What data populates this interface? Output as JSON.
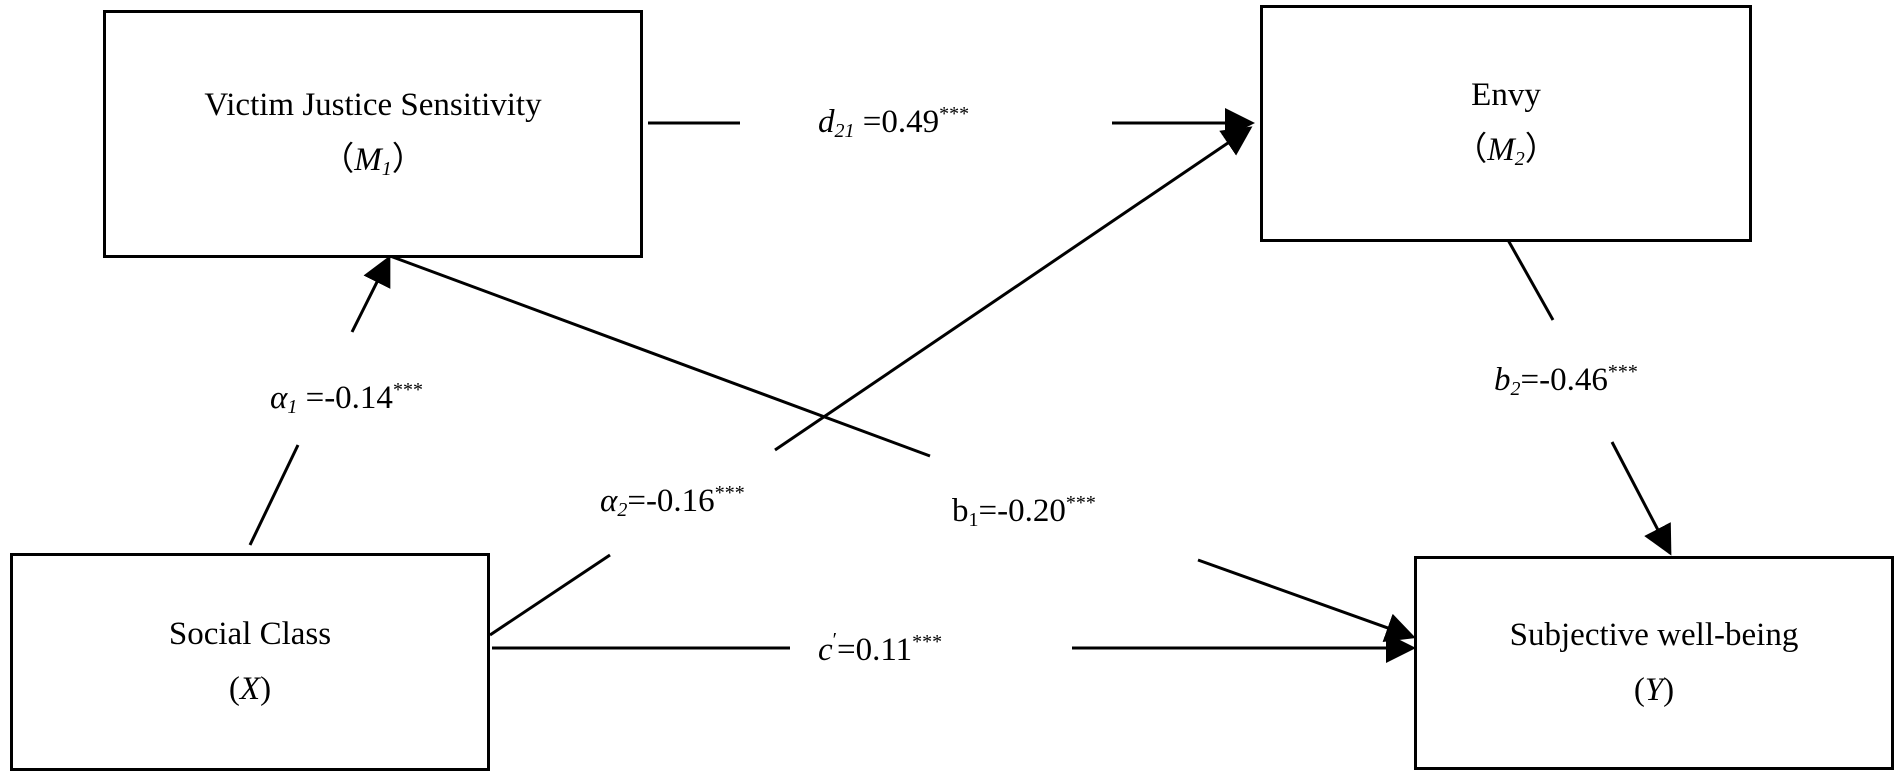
{
  "nodes": {
    "m1": {
      "name": "Victim Justice Sensitivity",
      "open": "（",
      "sym": "M",
      "sub": "1",
      "close": "）"
    },
    "m2": {
      "name": "Envy",
      "open": "（",
      "sym": "M",
      "sub": "2",
      "close": "）"
    },
    "x": {
      "name": "Social Class",
      "open": "(",
      "sym": "X",
      "close": ")"
    },
    "y": {
      "name": "Subjective well-being",
      "open": "(",
      "sym": "Y",
      "close": ")"
    }
  },
  "paths": {
    "d21": {
      "sym": "d",
      "sub": "21",
      "value": " =0.49",
      "stars": "***"
    },
    "a1": {
      "sym": "α",
      "sub": "1",
      "value": " =-0.14",
      "stars": "***"
    },
    "a2": {
      "sym": "α",
      "sub": "2",
      "value": "=-0.16",
      "stars": "***"
    },
    "b1": {
      "sym": "b",
      "sub": "1",
      "value": "=-0.20",
      "stars": "***"
    },
    "b2": {
      "sym": "b",
      "sub": "2",
      "value": "=-0.46",
      "stars": "***"
    },
    "c": {
      "sym": "c",
      "prime": "′",
      "value": "=0.11",
      "stars": "***"
    }
  }
}
